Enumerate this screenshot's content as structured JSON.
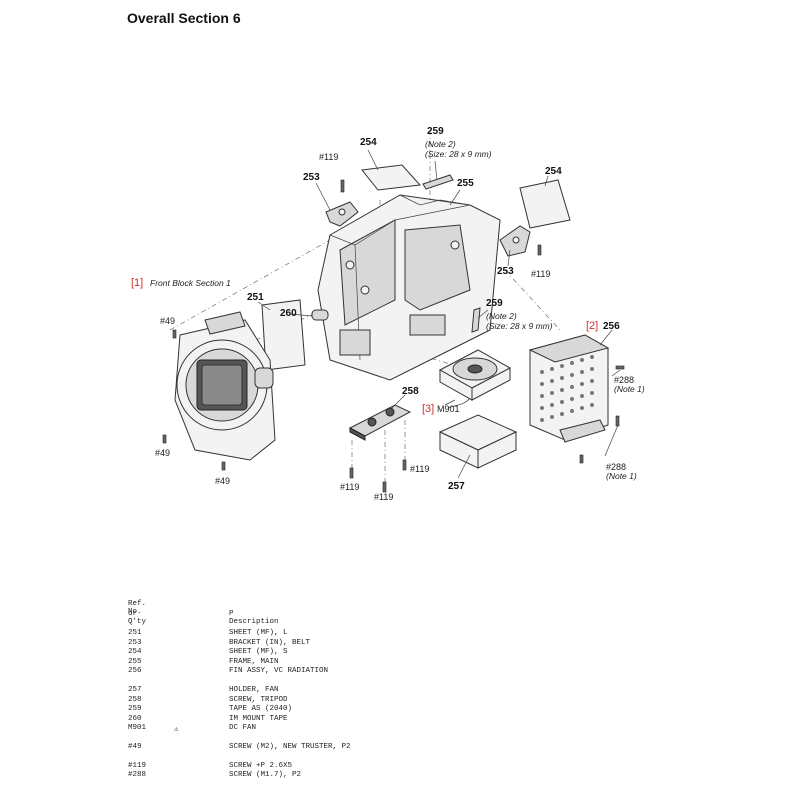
{
  "title": "Overall Section 6",
  "diagram": {
    "callouts": {
      "p254a": "254",
      "p254b": "254",
      "p259a": "259",
      "p259a_note": "(Note 2)",
      "p259a_size": "(Size: 28 x 9 mm)",
      "p259b": "259",
      "p259b_note": "(Note 2)",
      "p259b_size": "(Size: 28 x 9 mm)",
      "p253a": "253",
      "p253b": "253",
      "p255": "255",
      "p251": "251",
      "p260": "260",
      "p256": "256",
      "p258": "258",
      "p257": "257",
      "m901": "M901",
      "s119a": "#119",
      "s119b": "#119",
      "s119c": "#119",
      "s119d": "#119",
      "s119e": "#119",
      "s49a": "#49",
      "s49b": "#49",
      "s49c": "#49",
      "s288a": "#288",
      "s288a_note": "(Note 1)",
      "s288b": "#288",
      "s288b_note": "(Note 1)"
    },
    "refs": {
      "front_block_num": "[1]",
      "front_block_text": "Front Block Section 1",
      "ref2": "[2]",
      "ref3": "[3]"
    }
  },
  "table": {
    "header": {
      "ref_line1": "Ref. No.",
      "ref_line2": "or Q'ty",
      "desc": "P Description"
    },
    "groups": [
      [
        {
          "ref": "251",
          "mark": "",
          "desc": "SHEET (MF), L"
        },
        {
          "ref": "253",
          "mark": "",
          "desc": "BRACKET (IN), BELT"
        },
        {
          "ref": "254",
          "mark": "",
          "desc": "SHEET (MF), S"
        },
        {
          "ref": "255",
          "mark": "",
          "desc": "FRAME, MAIN"
        },
        {
          "ref": "256",
          "mark": "",
          "desc": "FIN ASSY, VC RADIATION"
        }
      ],
      [
        {
          "ref": "257",
          "mark": "",
          "desc": "HOLDER, FAN"
        },
        {
          "ref": "258",
          "mark": "",
          "desc": "SCREW, TRIPOD"
        },
        {
          "ref": "259",
          "mark": "",
          "desc": "TAPE AS (2040)"
        },
        {
          "ref": "260",
          "mark": "",
          "desc": "IM MOUNT TAPE"
        },
        {
          "ref": "M901",
          "mark": "⚠",
          "desc": "DC FAN"
        }
      ],
      [
        {
          "ref": "#49",
          "mark": "",
          "desc": "SCREW (M2), NEW TRUSTER, P2"
        }
      ],
      [
        {
          "ref": "#119",
          "mark": "",
          "desc": "SCREW +P 2.6X5"
        },
        {
          "ref": "#288",
          "mark": "",
          "desc": "SCREW (M1.7), P2"
        }
      ]
    ]
  }
}
